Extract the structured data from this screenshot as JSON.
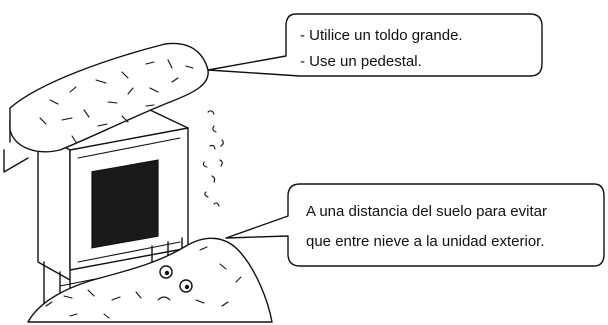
{
  "callouts": {
    "top": {
      "lines": [
        "-  Utilice un toldo grande.",
        "-  Use un pedestal."
      ]
    },
    "bottom": {
      "lines": [
        "A una distancia del suelo para evitar",
        "que entre nieve a la unidad exterior."
      ]
    }
  },
  "colors": {
    "ink": "#111111",
    "grille": "#1a1a1a",
    "background": "#ffffff"
  }
}
